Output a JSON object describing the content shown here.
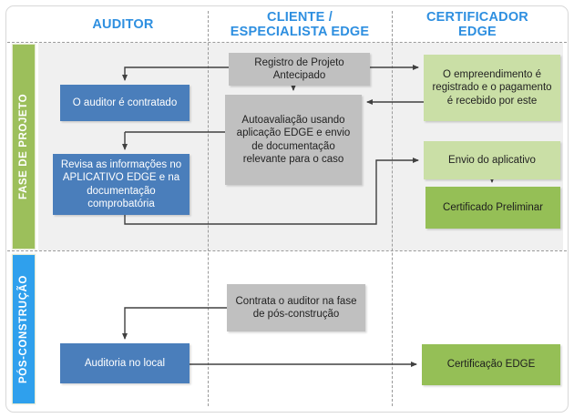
{
  "diagram": {
    "title": "EDGE certification process flow",
    "colors": {
      "header_text": "#2e8fe0",
      "lane_projeto": "#9cbf5b",
      "lane_pos": "#2fa0ed",
      "node_blue": "#4a7ebb",
      "node_gray": "#c0c0c0",
      "node_light_green": "#cadfa6",
      "node_dark_green": "#95bf56",
      "lane_background": "#f0f0f0",
      "connector": "#404040"
    },
    "columns": [
      {
        "id": "auditor",
        "label": "AUDITOR"
      },
      {
        "id": "cliente",
        "label": "CLIENTE /\nESPECIALISTA EDGE",
        "line1": "CLIENTE /",
        "line2": "ESPECIALISTA EDGE"
      },
      {
        "id": "certificador",
        "label": "CERTIFICADOR\nEDGE",
        "line1": "CERTIFICADOR",
        "line2": "EDGE"
      }
    ],
    "lanes": [
      {
        "id": "projeto",
        "label": "FASE DE PROJETO"
      },
      {
        "id": "pos",
        "label": "PÓS-CONSTRUÇÃO"
      }
    ],
    "nodes": {
      "auditor_contratado": "O auditor é contratado",
      "revisa": "Revisa as informações no APLICATIVO EDGE e na documentação comprobatória",
      "auditoria_local": "Auditoria no local",
      "registro_projeto": "Registro de Projeto Antecipado",
      "autoavaliacao": "Autoavaliação usando aplicação EDGE e envio de documentação relevante para o caso",
      "contrata_auditor": "Contrata o auditor na fase de pós-construção",
      "empreendimento": "O empreendimento é registrado e o pagamento é recebido por este",
      "envio_aplicativo": "Envio do aplicativo",
      "certificado_preliminar": "Certificado Preliminar",
      "certificacao_edge": "Certificação EDGE"
    },
    "connections": [
      {
        "from": "registro_projeto",
        "to": "auditor_contratado"
      },
      {
        "from": "registro_projeto",
        "to": "empreendimento"
      },
      {
        "from": "registro_projeto",
        "to": "autoavaliacao"
      },
      {
        "from": "empreendimento",
        "to": "autoavaliacao"
      },
      {
        "from": "auditor_contratado",
        "to": "autoavaliacao"
      },
      {
        "from": "autoavaliacao",
        "to": "revisa"
      },
      {
        "from": "autoavaliacao",
        "to": "envio_aplicativo"
      },
      {
        "from": "revisa",
        "to": "envio_aplicativo"
      },
      {
        "from": "envio_aplicativo",
        "to": "certificado_preliminar"
      },
      {
        "from": "contrata_auditor",
        "to": "auditoria_local"
      },
      {
        "from": "auditoria_local",
        "to": "certificacao_edge"
      }
    ]
  }
}
